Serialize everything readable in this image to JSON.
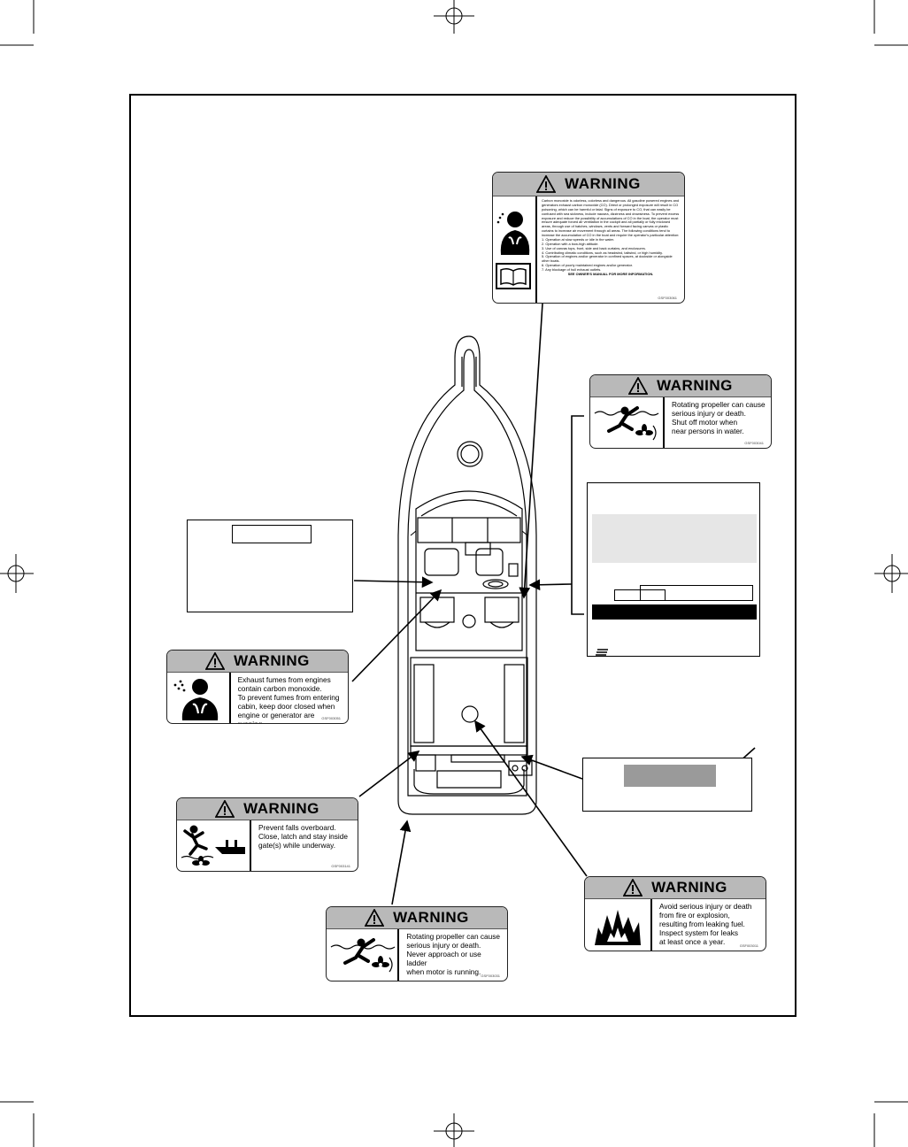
{
  "labels": {
    "co_large": {
      "heading": "WARNING",
      "message": "Carbon monoxide is odorless, colorless and dangerous. All gasoline powered engines and generators exhaust carbon monoxide (CO). Direct or prolonged exposure will result in CO poisoning, which can be harmful or fatal. Signs of exposure to CO, that can easily be confused with sea sickness, include nausea, dizziness and drowsiness. To prevent excess exposure and reduce the possibility of accumulations of CO in the boat, the operator must ensure adequate forced air ventilation in the cockpit and all partially or fully enclosed areas, through use of hatches, windows, vents and forward facing canvas or plastic curtains to increase air movement through all areas. The following conditions tend to increase the accumulation of CO in the boat and require the operator's particular attention:",
      "items": [
        "1. Operation at slow speeds or idle in the water.",
        "2. Operation with a bow-high attitude.",
        "3. Use of canvas tops, front, side and back curtains, and enclosures.",
        "4. Contributing climatic conditions, such as headwind, tailwind, or high humidity.",
        "5. Operation of engines and/or generator in confined spaces, at dockside or alongside other boats.",
        "6. Operation of poorly maintained engines and/or generator.",
        "7. Any blockage of hull exhaust outlets."
      ],
      "footer": "SEE OWNER'S MANUAL FOR MORE INFORMATION.",
      "code": "GSF003061"
    },
    "propeller_persons": {
      "heading": "WARNING",
      "message": "Rotating propeller can cause\nserious injury or death.\nShut off motor when\nnear persons in water.",
      "code": "GSF003041"
    },
    "exhaust_cabin": {
      "heading": "WARNING",
      "message": "Exhaust fumes from engines\ncontain carbon monoxide.\nTo prevent fumes from entering\ncabin, keep door closed when\nengine or generator are running.",
      "code": "GSF003051"
    },
    "falls_overboard": {
      "heading": "WARNING",
      "message": "Prevent falls overboard.\nClose, latch and stay inside\ngate(s) while underway.",
      "code": "GSF003141"
    },
    "propeller_ladder": {
      "heading": "WARNING",
      "message": "Rotating propeller can cause\nserious injury or death.\nNever approach or use ladder\nwhen motor is running.",
      "code": "GSF003031"
    },
    "fuel_fire": {
      "heading": "WARNING",
      "message": "Avoid serious injury or death\nfrom fire or explosion,\nresulting from leaking fuel.\nInspect system for leaks\nat least once a year.",
      "code": "GSF003011"
    }
  },
  "colors": {
    "band": "#b9b9b9",
    "placeholder_gray": "#9a9a9a",
    "placeholder_light": "#e6e6e6"
  },
  "icons": {
    "warning": "warning-triangle-icon",
    "co": "person-breathing-co-icon",
    "manual": "owners-manual-book-icon",
    "swimmer": "swimmer-propeller-icon",
    "fall": "person-falling-overboard-icon",
    "fire": "fire-flames-icon"
  }
}
